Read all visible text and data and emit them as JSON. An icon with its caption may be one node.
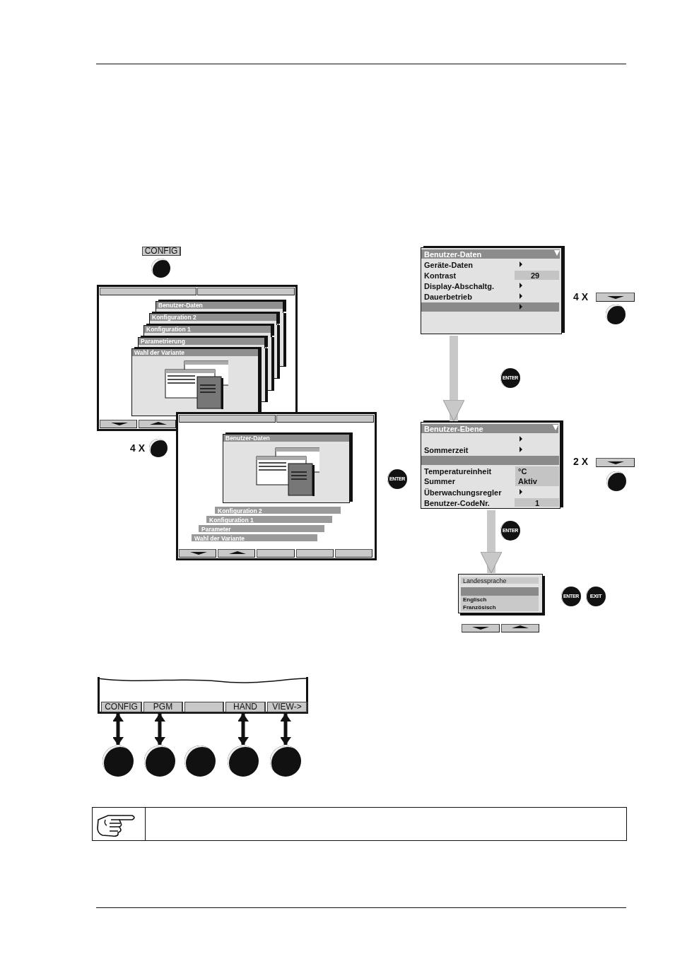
{
  "diagram": {
    "nodes": [
      {
        "text": [
          "CONFIG"
        ]
      },
      {
        "text": [],
        "shape": "circle"
      },
      {
        "text": [],
        "shape": "box"
      },
      {
        "text": [
          "Benutzer-Daten"
        ],
        "in": 2
      },
      {
        "text": [
          "Konfiguration 2"
        ],
        "in": 2
      },
      {
        "text": [
          "Konfiguration 1"
        ],
        "in": 2
      },
      {
        "text": [
          "Parametrierung"
        ],
        "in": 2
      },
      {
        "text": [
          "Wahl der Variante"
        ],
        "in": 2
      },
      {
        "text": [],
        "shape": "circle"
      },
      {
        "text": [],
        "shape": "box"
      },
      {
        "text": [
          "Benutzer-Daten"
        ],
        "in": 9
      },
      {
        "text": [
          "Konfiguration 2"
        ],
        "in": 9
      },
      {
        "text": [
          "Konfiguration 1"
        ],
        "in": 9
      },
      {
        "text": [
          "Parameter"
        ],
        "in": 9
      },
      {
        "text": [
          "Wahl der Variante"
        ],
        "in": 9
      },
      {
        "text": [
          "ENTER"
        ]
      },
      {
        "text": [
          "Benutzer-Daten",
          "Geräte-Daten",
          "Kontrast",
          "29",
          "Display-Abschaltg.",
          "Dauerbetrieb"
        ]
      },
      {
        "text": [],
        "shape": "box"
      },
      {
        "text": [],
        "shape": "circle"
      },
      {
        "text": [
          "ENTER"
        ]
      },
      {
        "text": [
          "Benutzer-Ebene",
          "Sommerzeit",
          "Temperatureinheit",
          "°C",
          "Summer",
          "Aktiv",
          "Überwachungsregler",
          "Benutzer-CodeNr.",
          "1"
        ]
      },
      {
        "text": [],
        "shape": "box"
      },
      {
        "text": [],
        "shape": "circle"
      },
      {
        "text": [
          "ENTER"
        ]
      },
      {
        "text": [
          "Landessprache",
          "Englisch",
          "Französisch"
        ]
      },
      {
        "text": [],
        "shape": "box"
      },
      {
        "text": [],
        "shape": "box"
      },
      {
        "text": [
          "ENTER"
        ]
      },
      {
        "text": [
          "EXIT"
        ]
      },
      {
        "text": [],
        "shape": "box"
      },
      {
        "text": [
          "CONFIG"
        ],
        "in": 29
      },
      {
        "text": [
          "PGM"
        ],
        "in": 29
      },
      {
        "text": [],
        "shape": "box",
        "in": 29
      },
      {
        "text": [
          "HAND"
        ],
        "in": 29
      },
      {
        "text": [
          "VIEW->"
        ],
        "in": 29
      },
      {
        "text": [],
        "shape": "circle"
      },
      {
        "text": [],
        "shape": "circle"
      },
      {
        "text": [],
        "shape": "circle"
      },
      {
        "text": [],
        "shape": "circle"
      },
      {
        "text": [],
        "shape": "circle"
      }
    ],
    "edges": [
      {
        "from": 16,
        "to": 20,
        "arrow": "to",
        "style": "thick",
        "color": "#c8c8c8"
      },
      {
        "from": 20,
        "to": 24,
        "arrow": "to",
        "style": "thick",
        "color": "#c8c8c8"
      },
      {
        "from": 30,
        "to": 35,
        "arrow": "both"
      },
      {
        "from": 31,
        "to": 36,
        "arrow": "both"
      },
      {
        "from": 33,
        "to": 38,
        "arrow": "both"
      },
      {
        "from": 34,
        "to": 39,
        "arrow": "both"
      }
    ],
    "labels": [
      "4 X",
      "4 X",
      "2 X"
    ]
  }
}
